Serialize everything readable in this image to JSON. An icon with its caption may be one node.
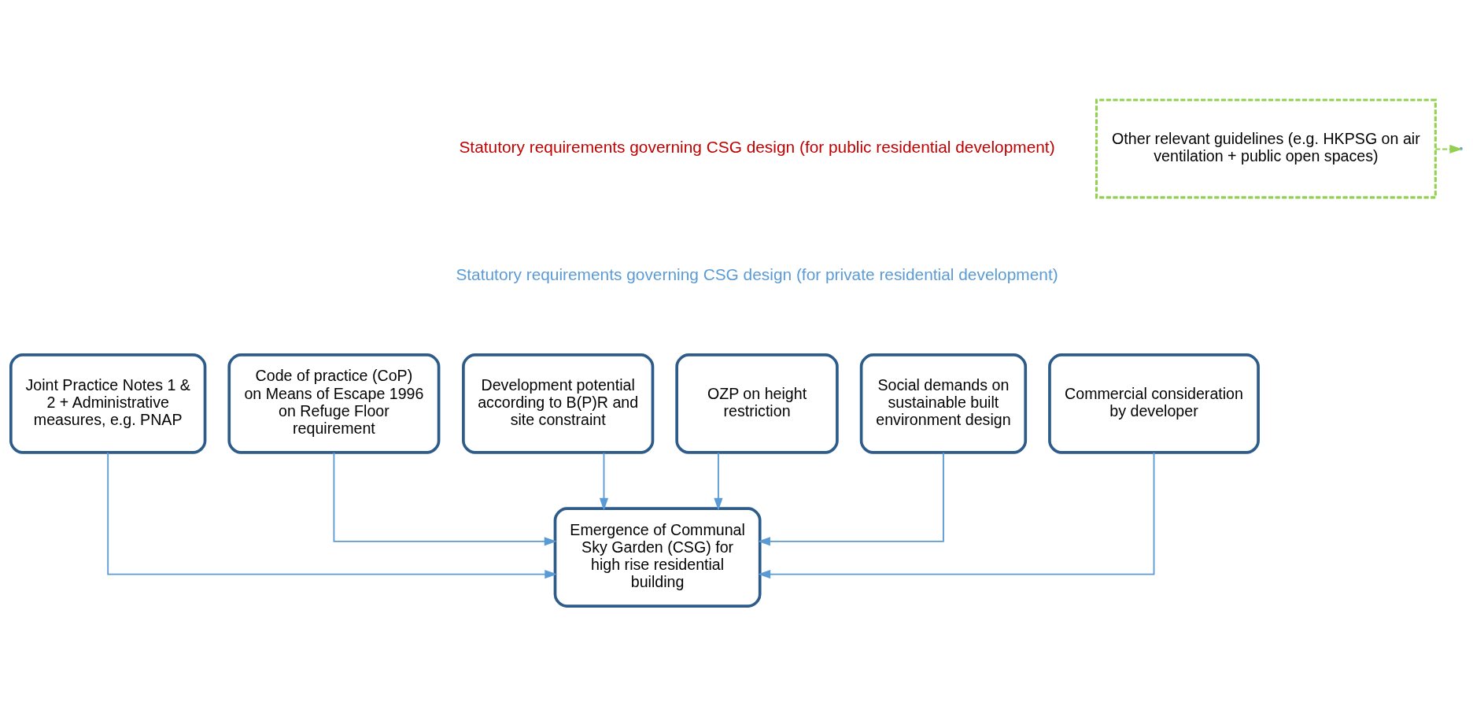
{
  "diagram": {
    "nodes": [
      {
        "text": [
          "Joint Practice Notes 1 & 2 + Administrative measures, e.g. PNAP"
        ]
      },
      {
        "text": [
          "Code of practice (CoP) on Means of Escape 1996 on Refuge Floor requirement"
        ]
      },
      {
        "text": [
          "Development potential according to B(P)R and site constraint"
        ]
      },
      {
        "text": [
          "OZP on height restriction"
        ]
      },
      {
        "text": [
          "Social demands on sustainable built environment design"
        ]
      },
      {
        "text": [
          "Commercial consideration by developer"
        ]
      },
      {
        "text": [
          "Emergence of Communal Sky Garden (CSG) for high rise residential building"
        ]
      },
      {
        "text": [
          "Other relevant guidelines (e.g. HKPSG on air ventilation + public open spaces)"
        ]
      }
    ],
    "edges": [
      {
        "from": 0,
        "to": 6,
        "arrow": "to"
      },
      {
        "from": 1,
        "to": 6,
        "arrow": "to"
      },
      {
        "from": 2,
        "to": 6,
        "arrow": "to"
      },
      {
        "from": 3,
        "to": 6,
        "arrow": "to"
      },
      {
        "from": 4,
        "to": 6,
        "arrow": "to"
      },
      {
        "from": 5,
        "to": 6,
        "arrow": "to"
      },
      {
        "from": 7,
        "to": null,
        "arrow": "to",
        "style": "dashed",
        "color": "#92d050"
      }
    ],
    "labels": [
      "Statutory requirements governing CSG design (for public residential development)",
      "Statutory requirements governing CSG design (for private residential development)"
    ]
  }
}
